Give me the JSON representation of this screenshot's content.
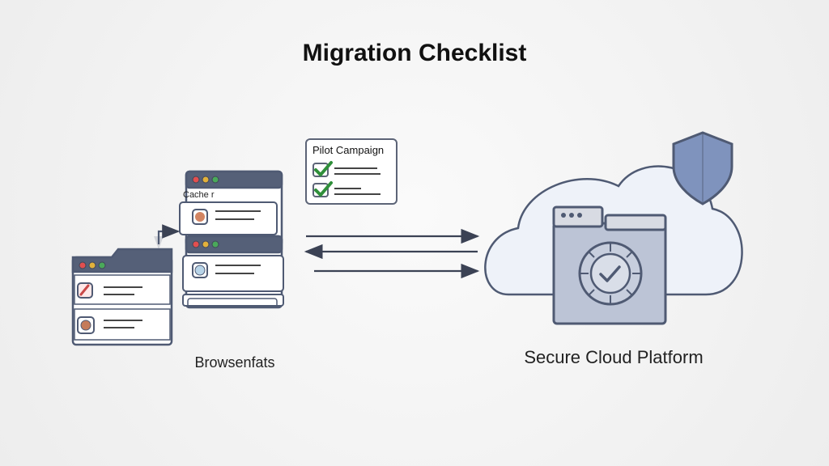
{
  "title": "Migration Checklist",
  "pilot": {
    "label": "Pilot Campaign"
  },
  "left_cluster": {
    "caption": "Browsenfats",
    "stack_label": "Cache r"
  },
  "right_cluster": {
    "caption": "Secure Cloud Platform"
  },
  "colors": {
    "primary_dark": "#4f5a73",
    "primary_mid": "#6f7fa3",
    "light_panel": "#ffffff",
    "soft_blue": "#e8eef8",
    "check_green": "#2f8f3a",
    "dot_red": "#e24f4f",
    "dot_yellow": "#e2b13b",
    "dot_green": "#4aa95a"
  }
}
